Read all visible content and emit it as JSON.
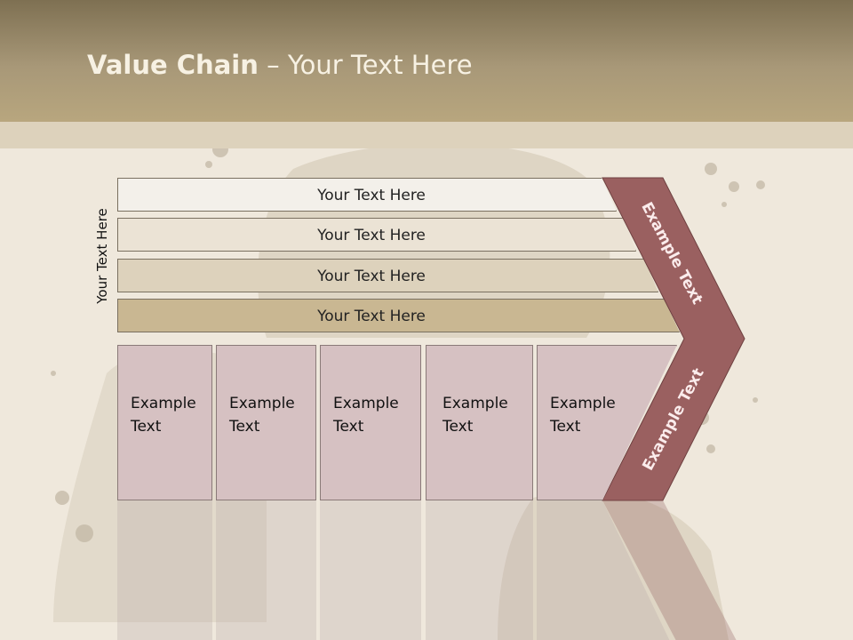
{
  "title": {
    "bold": "Value Chain",
    "separator": " – ",
    "rest": "Your Text Here"
  },
  "side_label": "Your Text Here",
  "rows": [
    {
      "label": "Your Text Here",
      "color": "#f3f0ea"
    },
    {
      "label": "Your Text Here",
      "color": "#ebe3d5"
    },
    {
      "label": "Your Text Here",
      "color": "#ddd2bc"
    },
    {
      "label": "Your Text Here",
      "color": "#c9b792"
    }
  ],
  "activities": [
    {
      "line1": "Example",
      "line2": "Text"
    },
    {
      "line1": "Example",
      "line2": "Text"
    },
    {
      "line1": "Example",
      "line2": "Text"
    },
    {
      "line1": "Example",
      "line2": "Text"
    },
    {
      "line1": "Example",
      "line2": "Text"
    }
  ],
  "margin": {
    "upper": "Example Text",
    "lower": "Example Text"
  },
  "colors": {
    "header": "#a89878",
    "margin_arrow": "#9a6060",
    "activity_box": "#d6c1c2"
  }
}
